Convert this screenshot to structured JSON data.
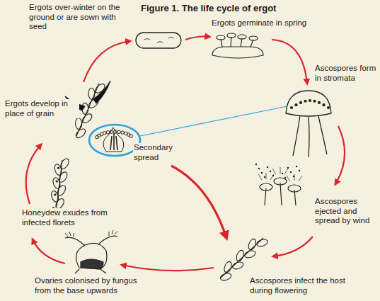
{
  "diagram": {
    "title": "Figure 1. The life cycle of ergot",
    "labels": [
      "Ergots over-winter on the ground or are sown with seed",
      "Ergots germinate in spring",
      "Ascospores form in stromata",
      "Ergots develop in place of grain",
      "Secondary spread",
      "Ascospores ejected and spread by wind",
      "Honeydew exudes from infected florets",
      "Ovaries colonised by fungus from the base upwards",
      "Ascospores infect the host during flowering"
    ]
  }
}
